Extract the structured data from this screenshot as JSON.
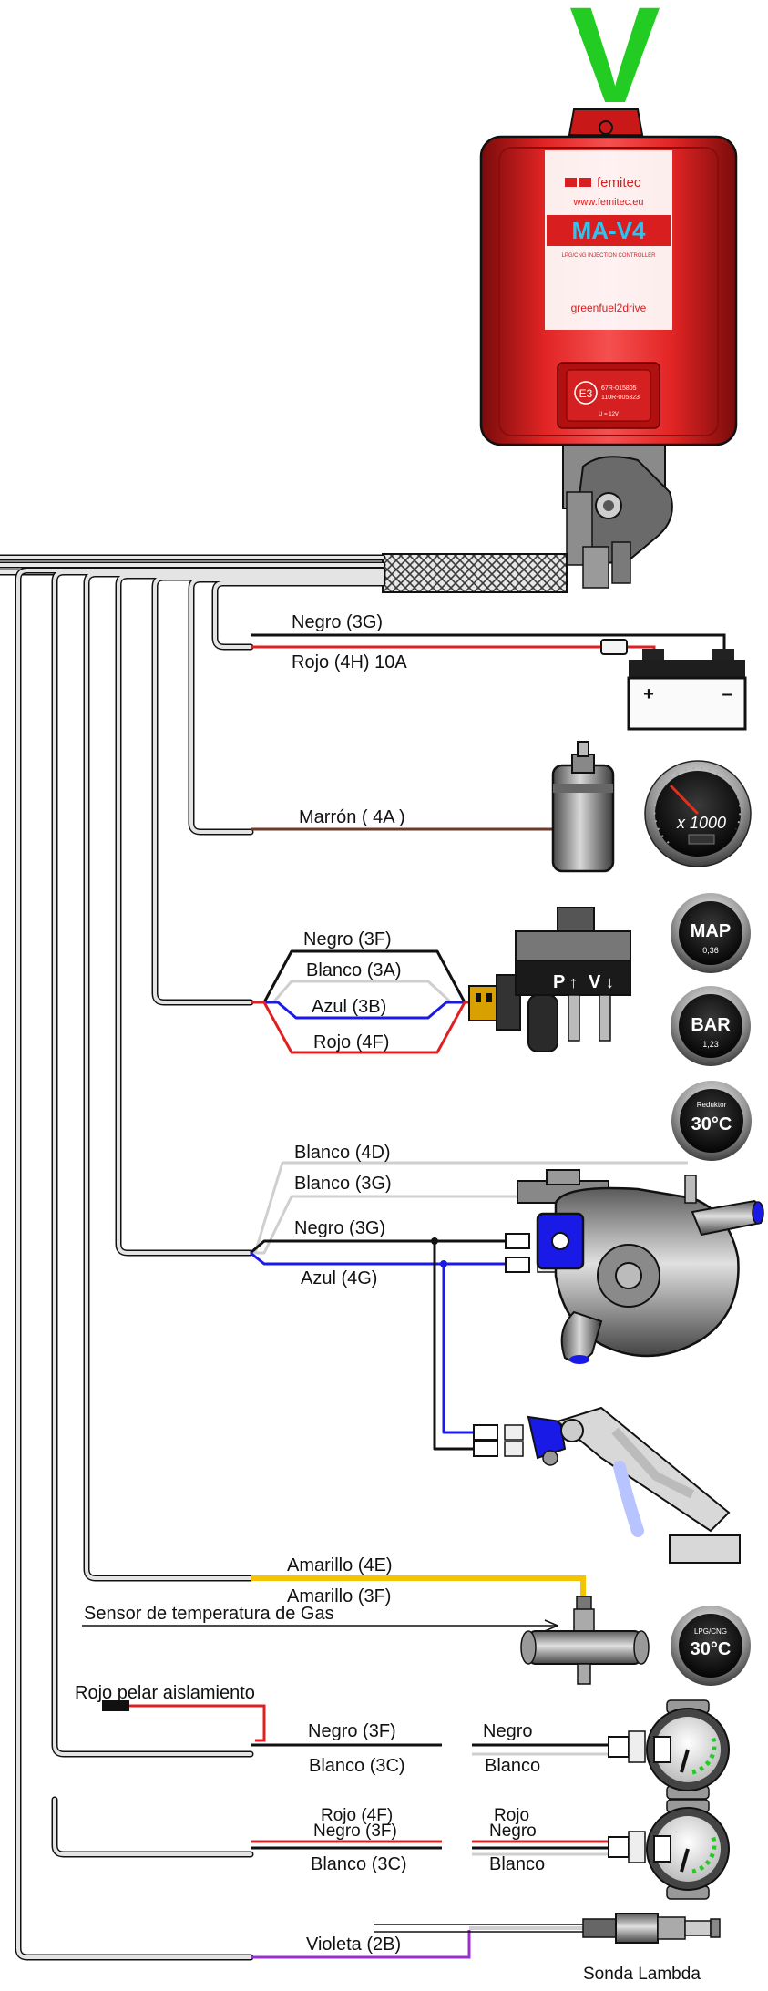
{
  "ecu": {
    "check_mark": "V",
    "brand": "femitec",
    "website": "www.femitec.eu",
    "model": "MA-V4",
    "subtitle": "LPG/CNG INJECTION CONTROLLER",
    "slogan": "greenfuel2drive",
    "cert_mark": "E3",
    "cert_line1": "67R-015805",
    "cert_line2": "110R-005323",
    "voltage": "U = 12V",
    "body_color": "#d81e1e",
    "check_color": "#22cc22"
  },
  "wires": {
    "battery_black": "Negro (3G)",
    "battery_red": "Rojo (4H) 10A",
    "rpm": "Marrón ( 4A )",
    "map_black": "Negro (3F)",
    "map_white": "Blanco (3A)",
    "map_blue": "Azul (3B)",
    "map_red": "Rojo (4F)",
    "red_white_4d": "Blanco (4D)",
    "red_white_3g": "Blanco (3G)",
    "red_black": "Negro (3G)",
    "red_blue": "Azul (4G)",
    "temp_yellow_4e": "Amarillo (4E)",
    "temp_yellow_3f": "Amarillo (3F)",
    "temp_sensor_note": "Sensor de temperatura de Gas",
    "strip_note": "Rojo pelar aislamiento",
    "lvl1_black": "Negro (3F)",
    "lvl1_white": "Blanco (3C)",
    "lvl1_black_plug": "Negro",
    "lvl1_white_plug": "Blanco",
    "lvl2_red": "Rojo (4F)",
    "lvl2_black": "Negro (3F)",
    "lvl2_white": "Blanco (3C)",
    "lvl2_red_plug": "Rojo",
    "lvl2_black_plug": "Negro",
    "lvl2_white_plug": "Blanco",
    "lambda": "Violeta (2B)",
    "lambda_caption": "Sonda Lambda"
  },
  "gauges": {
    "rpm_label": "x 1000",
    "map_label": "MAP",
    "map_value": "0,36",
    "bar_label": "BAR",
    "bar_value": "1,23",
    "reducer_caption": "Reduktor",
    "reducer_temp": "30°C",
    "gas_caption": "LPG/CNG",
    "gas_temp": "30°C"
  },
  "sensor_marks": {
    "pressure": "P",
    "vacuum": "V"
  },
  "colors": {
    "red": "#e02020",
    "black": "#111111",
    "blue": "#1a1ae6",
    "white_wire": "#cfcfcf",
    "brown": "#6b3a2a",
    "yellow": "#f5c400",
    "violet": "#9a2fc9"
  }
}
